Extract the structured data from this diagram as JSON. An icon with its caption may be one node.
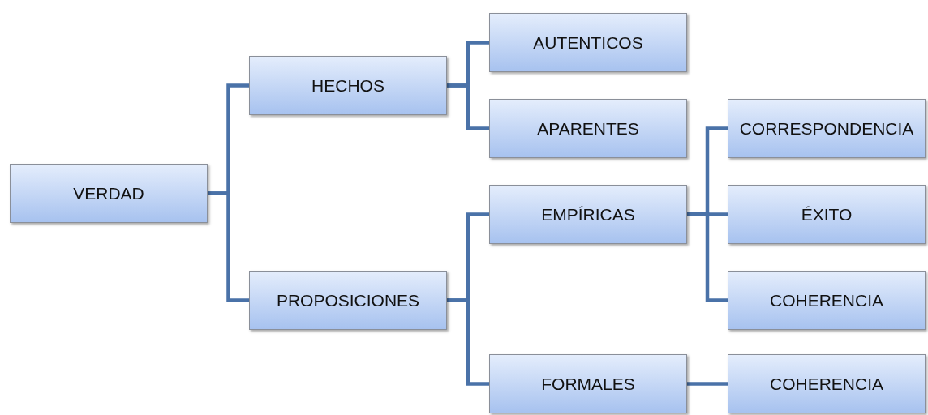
{
  "diagram": {
    "nodes": [
      {
        "text": [
          "VERDAD"
        ]
      },
      {
        "text": [
          "HECHOS"
        ]
      },
      {
        "text": [
          "PROPOSICIONES"
        ]
      },
      {
        "text": [
          "AUTENTICOS"
        ]
      },
      {
        "text": [
          "APARENTES"
        ]
      },
      {
        "text": [
          "EMPÍRICAS"
        ]
      },
      {
        "text": [
          "FORMALES"
        ]
      },
      {
        "text": [
          "CORRESPONDENCIA"
        ]
      },
      {
        "text": [
          "ÉXITO"
        ]
      },
      {
        "text": [
          "COHERENCIA"
        ]
      },
      {
        "text": [
          "COHERENCIA"
        ]
      }
    ],
    "edges": [
      {
        "from": 0,
        "to": 1,
        "arrow": "none"
      },
      {
        "from": 0,
        "to": 2,
        "arrow": "none"
      },
      {
        "from": 1,
        "to": 3,
        "arrow": "none"
      },
      {
        "from": 1,
        "to": 4,
        "arrow": "none"
      },
      {
        "from": 2,
        "to": 5,
        "arrow": "none"
      },
      {
        "from": 2,
        "to": 6,
        "arrow": "none"
      },
      {
        "from": 5,
        "to": 7,
        "arrow": "none"
      },
      {
        "from": 5,
        "to": 8,
        "arrow": "none"
      },
      {
        "from": 5,
        "to": 9,
        "arrow": "none"
      },
      {
        "from": 6,
        "to": 10,
        "arrow": "none"
      }
    ]
  }
}
